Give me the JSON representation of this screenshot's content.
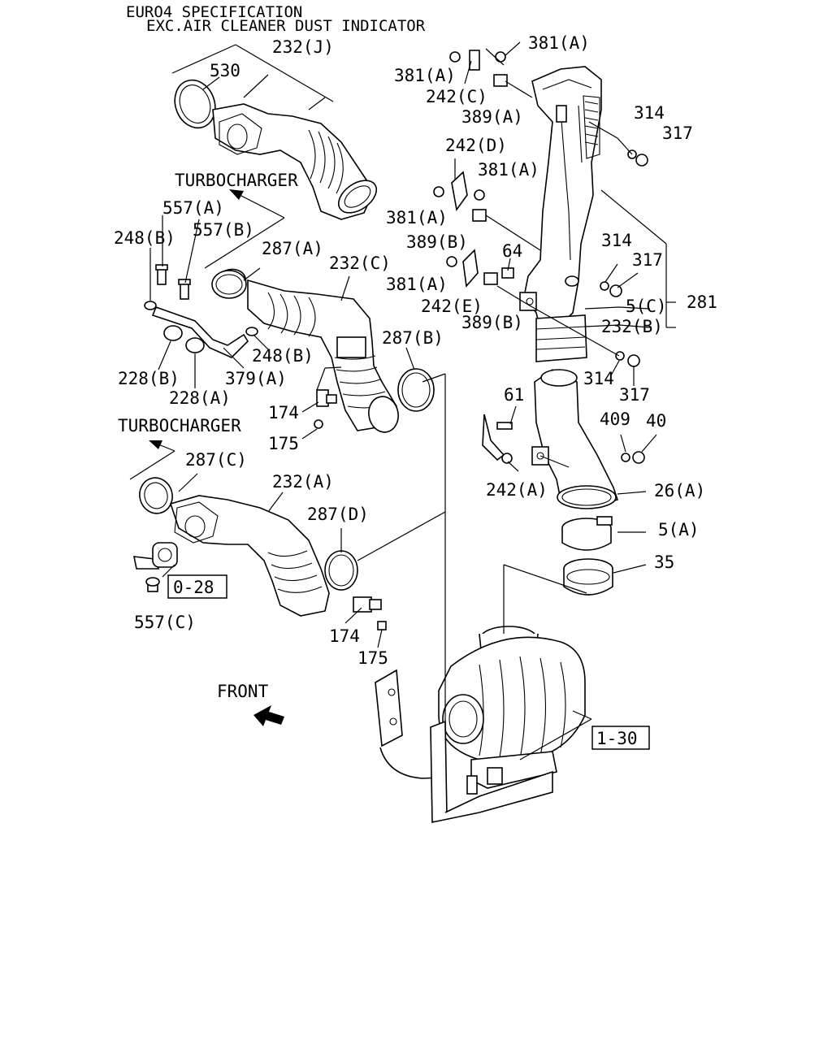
{
  "header": {
    "line1": "EURO4 SPECIFICATION",
    "line2": "EXC.AIR CLEANER DUST INDICATOR"
  },
  "notes": {
    "turbo_upper": "TURBOCHARGER",
    "turbo_lower": "TURBOCHARGER",
    "front": "FRONT"
  },
  "refs": {
    "ref_028": "0-28",
    "ref_130": "1-30"
  },
  "labels": {
    "l232j": "232(J)",
    "l530": "530",
    "l557a": "557(A)",
    "l557b": "557(B)",
    "l248b_1": "248(B)",
    "l287a": "287(A)",
    "l232c": "232(C)",
    "l287b": "287(B)",
    "l248b_2": "248(B)",
    "l228b": "228(B)",
    "l379a": "379(A)",
    "l228a": "228(A)",
    "l174_1": "174",
    "l175_1": "175",
    "l287c": "287(C)",
    "l232a": "232(A)",
    "l287d": "287(D)",
    "l557c": "557(C)",
    "l174_2": "174",
    "l175_2": "175",
    "l381a_1": "381(A)",
    "l381a_2": "381(A)",
    "l242c": "242(C)",
    "l389a": "389(A)",
    "l314_1": "314",
    "l317_1": "317",
    "l242d": "242(D)",
    "l381a_3": "381(A)",
    "l381a_4": "381(A)",
    "l389b_1": "389(B)",
    "l64": "64",
    "l314_2": "314",
    "l317_2": "317",
    "l381a_5": "381(A)",
    "l242e": "242(E)",
    "l389b_2": "389(B)",
    "l5c": "5(C)",
    "l281": "281",
    "l232b": "232(B)",
    "l314_3": "314",
    "l317_3": "317",
    "l61": "61",
    "l409": "409",
    "l40": "40",
    "l242a": "242(A)",
    "l26a": "26(A)",
    "l5a": "5(A)",
    "l35": "35"
  }
}
